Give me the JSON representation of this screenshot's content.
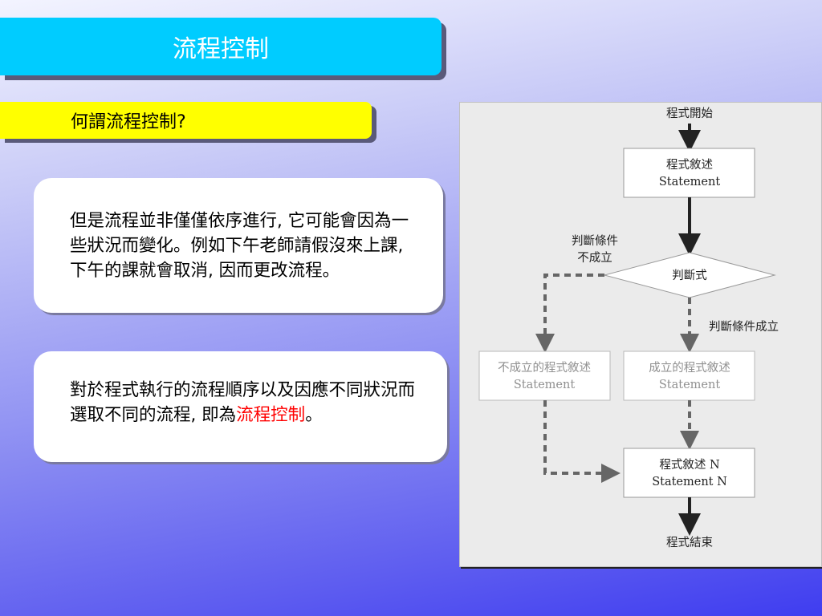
{
  "header": {
    "title": "流程控制"
  },
  "subheader": {
    "label": "何謂流程控制?"
  },
  "card1": {
    "text": "但是流程並非僅僅依序進行, 它可能會因為一些狀況而變化。例如下午老師請假沒來上課, 下午的課就會取消, 因而更改流程。"
  },
  "card2": {
    "text_before": "對於程式執行的流程順序以及因應不同狀況而選取不同的流程, 即為",
    "highlight": "流程控制",
    "text_after": "。"
  },
  "flowchart": {
    "start": "程式開始",
    "statement1_zh": "程式敘述",
    "statement1_en": "Statement",
    "condition_false_line1": "判斷條件",
    "condition_false_line2": "不成立",
    "decision": "判斷式",
    "condition_true": "判斷條件成立",
    "false_branch_zh": "不成立的程式敘述",
    "false_branch_en": "Statement",
    "true_branch_zh": "成立的程式敘述",
    "true_branch_en": "Statement",
    "statementN_zh": "程式敘述 N",
    "statementN_en": "Statement N",
    "end": "程式結束"
  }
}
